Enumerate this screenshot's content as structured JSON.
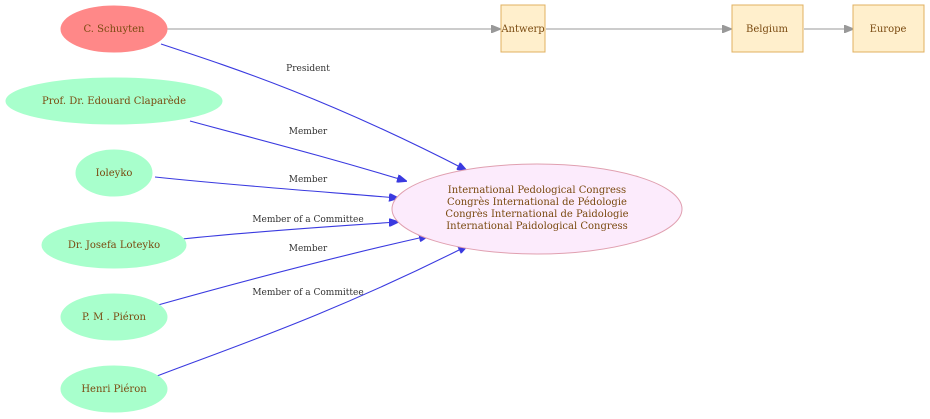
{
  "nodes": {
    "schuyten": "C. Schuyten",
    "claparede": "Prof. Dr. Edouard Claparède",
    "ioleyko": "Ioleyko",
    "loteyko": "Dr. Josefa Loteyko",
    "pm_pieron": "P. M . Piéron",
    "henri_pieron": "Henri Piéron",
    "antwerp": "Antwerp",
    "belgium": "Belgium",
    "europe": "Europe",
    "congress": [
      "International Pedological Congress",
      "Congrès International de Pédologie",
      "Congrès International de Paidologie",
      "International Paidological Congress"
    ]
  },
  "edges": {
    "schuyten": "President",
    "claparede": "Member",
    "ioleyko": "Member",
    "loteyko": "Member of a Committee",
    "pm_pieron": "Member",
    "henri_pieron": "Member of a Committee"
  },
  "colors": {
    "person": "#a8ffcc",
    "main_person": "#ff8888",
    "place_fill": "#ffefcc",
    "event_fill": "#fcebfc",
    "member_edge": "#3a3ae0",
    "place_edge": "#999999"
  }
}
